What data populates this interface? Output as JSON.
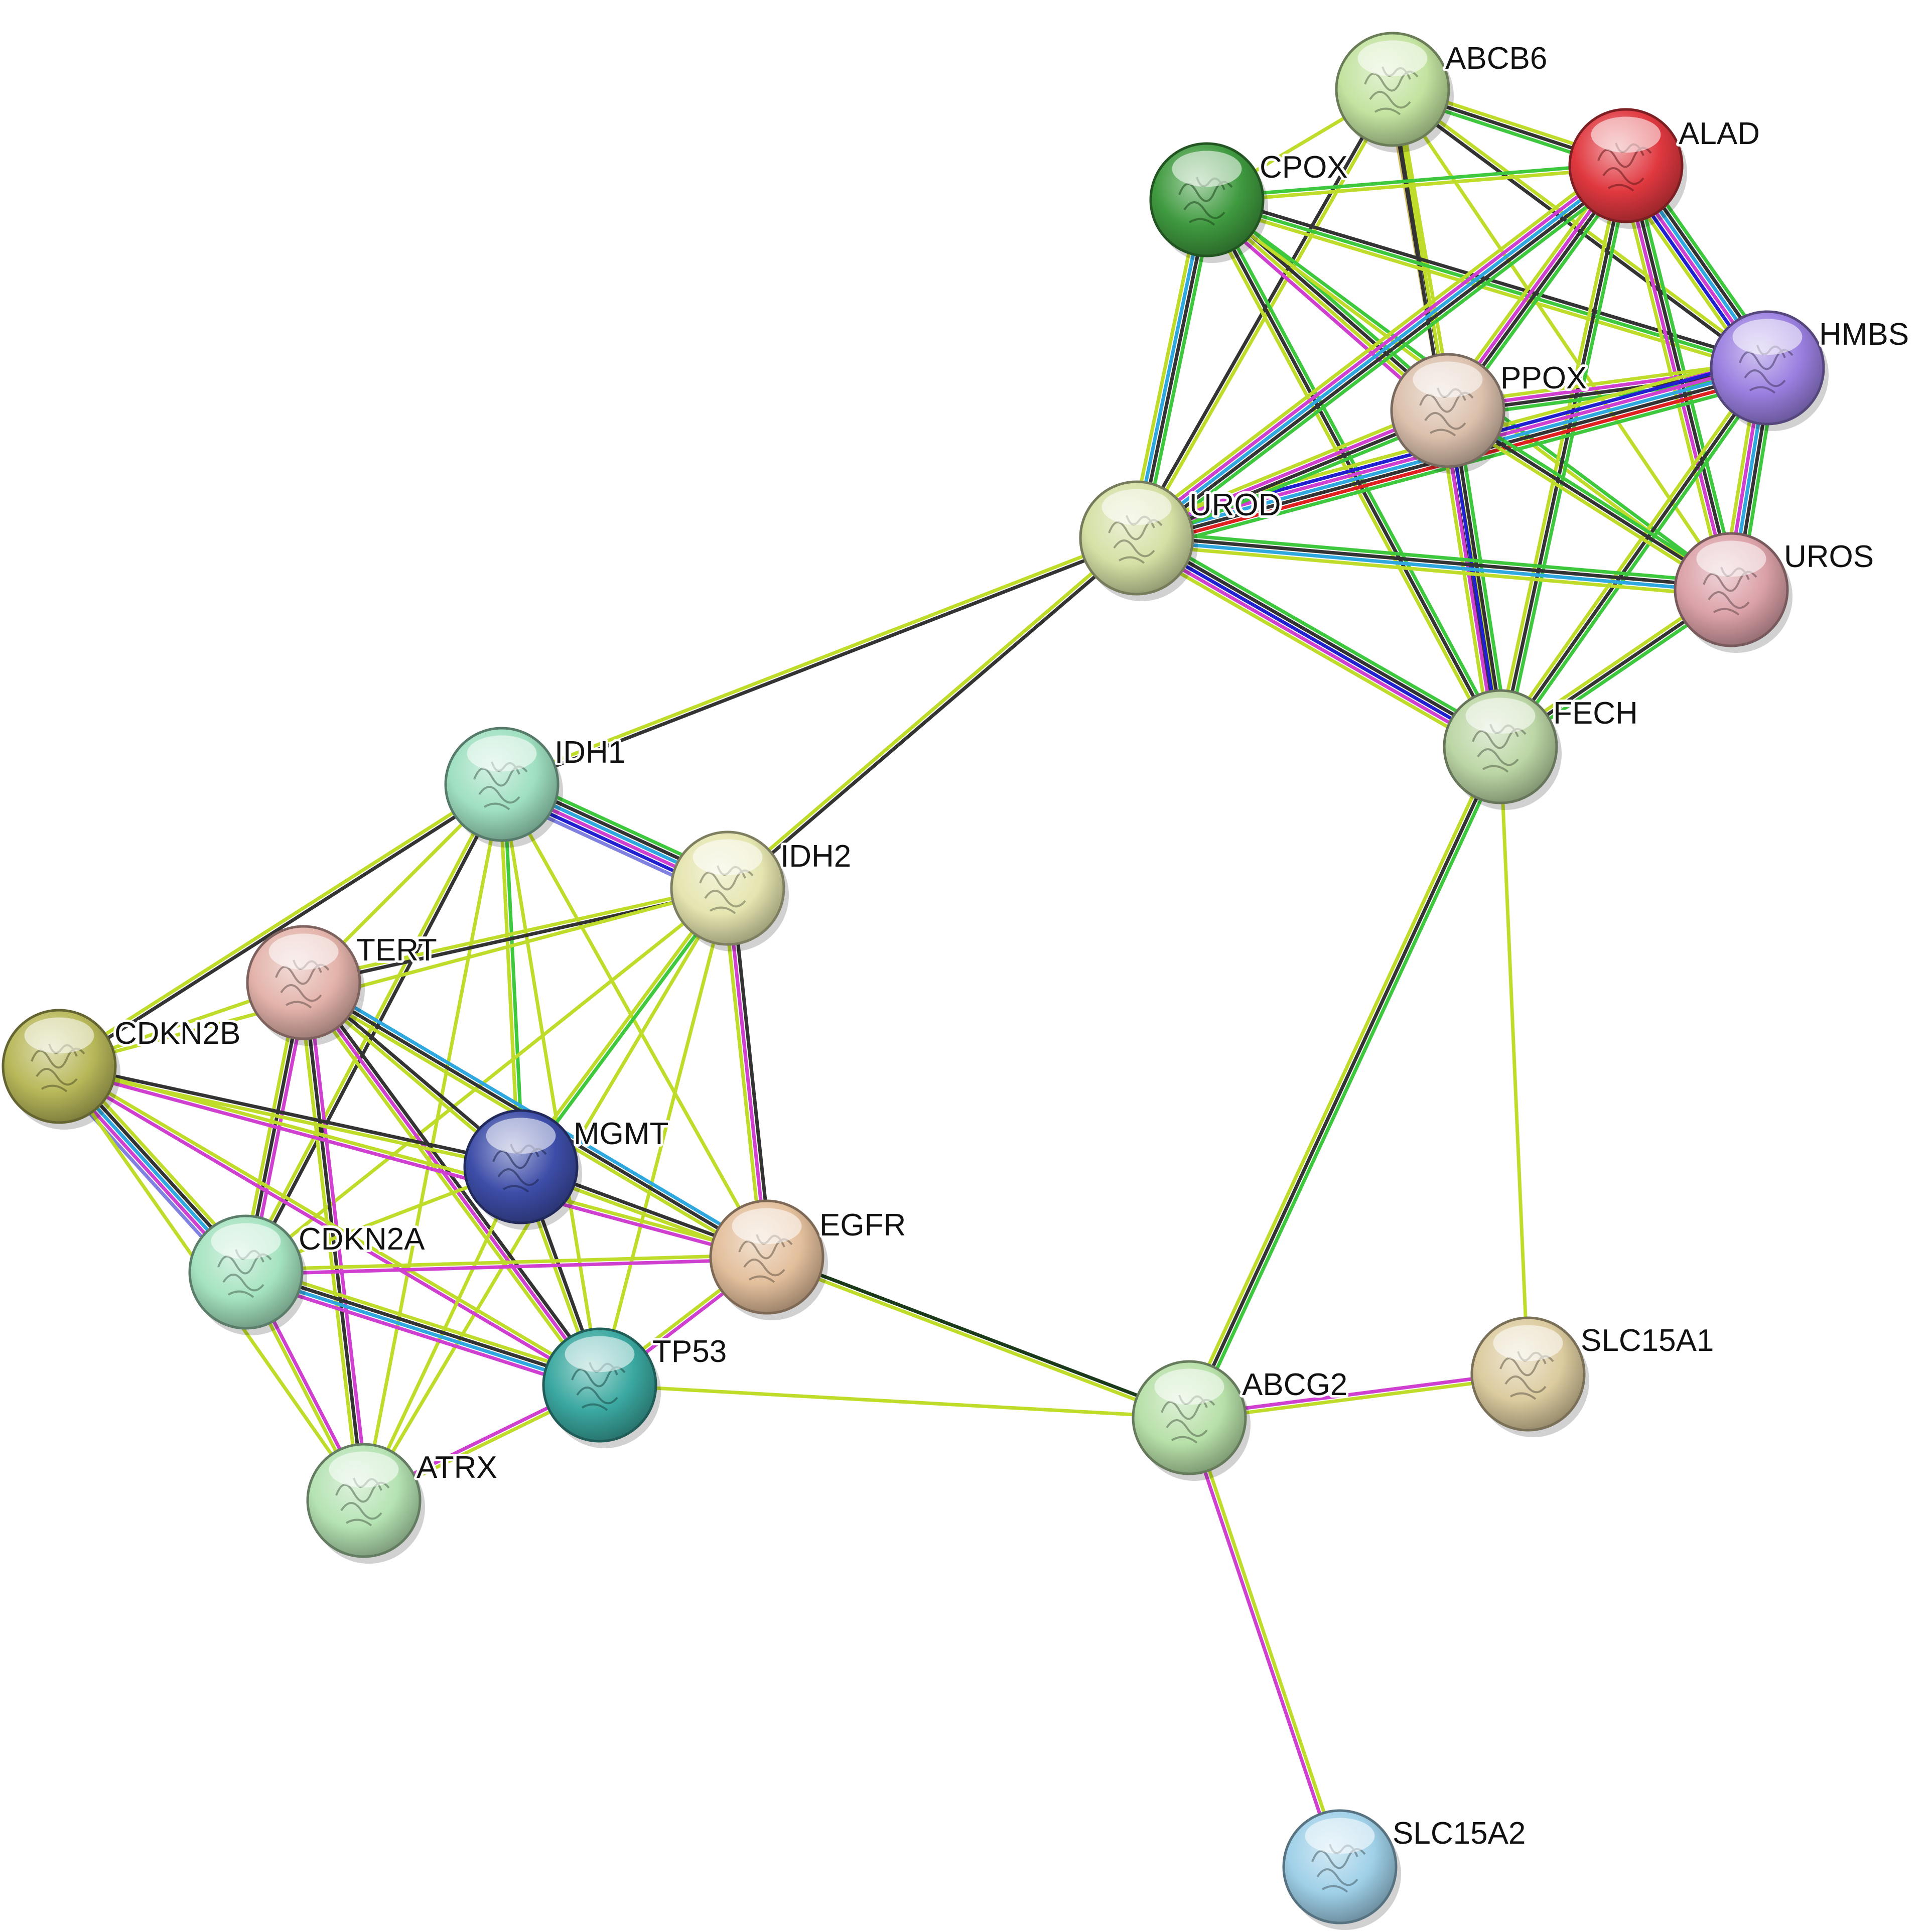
{
  "network": {
    "nodes": [
      {
        "id": "ABCB6",
        "label": "ABCB6",
        "color": "#c3e3a0"
      },
      {
        "id": "CPOX",
        "label": "CPOX",
        "color": "#3f9a3f"
      },
      {
        "id": "ALAD",
        "label": "ALAD",
        "color": "#e0383f"
      },
      {
        "id": "HMBS",
        "label": "HMBS",
        "color": "#9a7fe0"
      },
      {
        "id": "PPOX",
        "label": "PPOX",
        "color": "#dcc1ad"
      },
      {
        "id": "UROD",
        "label": "UROD",
        "color": "#d5e0a5"
      },
      {
        "id": "UROS",
        "label": "UROS",
        "color": "#dba1a8"
      },
      {
        "id": "FECH",
        "label": "FECH",
        "color": "#bcd6a5"
      },
      {
        "id": "IDH1",
        "label": "IDH1",
        "color": "#9fe0c0"
      },
      {
        "id": "IDH2",
        "label": "IDH2",
        "color": "#e5e5b0"
      },
      {
        "id": "TERT",
        "label": "TERT",
        "color": "#e3b3aa"
      },
      {
        "id": "CDKN2B",
        "label": "CDKN2B",
        "color": "#b8b85a"
      },
      {
        "id": "MGMT",
        "label": "MGMT",
        "color": "#3d4da8"
      },
      {
        "id": "EGFR",
        "label": "EGFR",
        "color": "#e3bf9c"
      },
      {
        "id": "CDKN2A",
        "label": "CDKN2A",
        "color": "#a5e3c0"
      },
      {
        "id": "TP53",
        "label": "TP53",
        "color": "#3aa8a0"
      },
      {
        "id": "ATRX",
        "label": "ATRX",
        "color": "#b5e3b3"
      },
      {
        "id": "ABCG2",
        "label": "ABCG2",
        "color": "#b7e0a8"
      },
      {
        "id": "SLC15A1",
        "label": "SLC15A1",
        "color": "#dccb9f"
      },
      {
        "id": "SLC15A2",
        "label": "SLC15A2",
        "color": "#9fd0e8"
      }
    ],
    "edges": [
      [
        "ABCB6",
        "CPOX",
        [
          "#bfdc2a"
        ]
      ],
      [
        "ABCB6",
        "ALAD",
        [
          "#bfdc2a",
          "#333333",
          "#3ec83e"
        ]
      ],
      [
        "ABCB6",
        "HMBS",
        [
          "#bfdc2a",
          "#333333"
        ]
      ],
      [
        "ABCB6",
        "PPOX",
        [
          "#bfdc2a",
          "#333333",
          "#d4c06a"
        ]
      ],
      [
        "ABCB6",
        "UROD",
        [
          "#bfdc2a",
          "#333333"
        ]
      ],
      [
        "ABCB6",
        "UROS",
        [
          "#bfdc2a"
        ]
      ],
      [
        "ABCB6",
        "FECH",
        [
          "#bfdc2a",
          "#333333"
        ]
      ],
      [
        "CPOX",
        "ALAD",
        [
          "#3ec83e",
          "#bfdc2a"
        ]
      ],
      [
        "CPOX",
        "HMBS",
        [
          "#333333",
          "#3ec83e",
          "#bfdc2a"
        ]
      ],
      [
        "CPOX",
        "PPOX",
        [
          "#3ec83e",
          "#333333",
          "#bfdc2a",
          "#d040d0"
        ]
      ],
      [
        "CPOX",
        "UROD",
        [
          "#3ec83e",
          "#333333",
          "#2fa8e0",
          "#bfdc2a"
        ]
      ],
      [
        "CPOX",
        "UROS",
        [
          "#3ec83e",
          "#bfdc2a"
        ]
      ],
      [
        "CPOX",
        "FECH",
        [
          "#3ec83e",
          "#333333",
          "#bfdc2a"
        ]
      ],
      [
        "ALAD",
        "HMBS",
        [
          "#3ec83e",
          "#333333",
          "#2fa8e0",
          "#d040d0",
          "#2020d0",
          "#bfdc2a"
        ]
      ],
      [
        "ALAD",
        "PPOX",
        [
          "#3ec83e",
          "#333333",
          "#d040d0",
          "#bfdc2a"
        ]
      ],
      [
        "ALAD",
        "UROD",
        [
          "#3ec83e",
          "#333333",
          "#2fa8e0",
          "#d040d0",
          "#bfdc2a"
        ]
      ],
      [
        "ALAD",
        "UROS",
        [
          "#3ec83e",
          "#333333",
          "#d040d0",
          "#bfdc2a"
        ]
      ],
      [
        "ALAD",
        "FECH",
        [
          "#3ec83e",
          "#333333",
          "#bfdc2a"
        ]
      ],
      [
        "HMBS",
        "PPOX",
        [
          "#3ec83e",
          "#333333",
          "#d040d0",
          "#bfdc2a"
        ]
      ],
      [
        "HMBS",
        "UROD",
        [
          "#3ec83e",
          "#e02020",
          "#333333",
          "#2fa8e0",
          "#d040d0",
          "#2020d0",
          "#bfdc2a"
        ]
      ],
      [
        "HMBS",
        "UROS",
        [
          "#3ec83e",
          "#333333",
          "#2fa8e0",
          "#d040d0",
          "#bfdc2a"
        ]
      ],
      [
        "HMBS",
        "FECH",
        [
          "#3ec83e",
          "#333333",
          "#bfdc2a"
        ]
      ],
      [
        "PPOX",
        "UROD",
        [
          "#3ec83e",
          "#333333",
          "#d040d0",
          "#bfdc2a"
        ]
      ],
      [
        "PPOX",
        "UROS",
        [
          "#3ec83e",
          "#333333",
          "#bfdc2a"
        ]
      ],
      [
        "PPOX",
        "FECH",
        [
          "#3ec83e",
          "#333333",
          "#2020d0",
          "#d040d0",
          "#bfdc2a"
        ]
      ],
      [
        "UROD",
        "UROS",
        [
          "#3ec83e",
          "#333333",
          "#2fa8e0",
          "#bfdc2a"
        ]
      ],
      [
        "UROD",
        "FECH",
        [
          "#3ec83e",
          "#333333",
          "#2020d0",
          "#d040d0",
          "#bfdc2a"
        ]
      ],
      [
        "UROS",
        "FECH",
        [
          "#3ec83e",
          "#333333",
          "#bfdc2a"
        ]
      ],
      [
        "UROD",
        "IDH1",
        [
          "#333333",
          "#bfdc2a"
        ]
      ],
      [
        "UROD",
        "IDH2",
        [
          "#333333",
          "#bfdc2a"
        ]
      ],
      [
        "FECH",
        "ABCG2",
        [
          "#3ec83e",
          "#333333",
          "#bfdc2a"
        ]
      ],
      [
        "FECH",
        "SLC15A1",
        [
          "#bfdc2a"
        ]
      ],
      [
        "IDH1",
        "IDH2",
        [
          "#3ec83e",
          "#333333",
          "#2fa8e0",
          "#d040d0",
          "#2020d0",
          "#8080e0"
        ]
      ],
      [
        "IDH1",
        "TERT",
        [
          "#bfdc2a"
        ]
      ],
      [
        "IDH1",
        "CDKN2B",
        [
          "#333333",
          "#bfdc2a"
        ]
      ],
      [
        "IDH1",
        "MGMT",
        [
          "#3ec83e",
          "#bfdc2a"
        ]
      ],
      [
        "IDH1",
        "EGFR",
        [
          "#bfdc2a"
        ]
      ],
      [
        "IDH1",
        "CDKN2A",
        [
          "#333333",
          "#bfdc2a"
        ]
      ],
      [
        "IDH1",
        "TP53",
        [
          "#bfdc2a"
        ]
      ],
      [
        "IDH1",
        "ATRX",
        [
          "#bfdc2a"
        ]
      ],
      [
        "IDH2",
        "TERT",
        [
          "#333333",
          "#bfdc2a"
        ]
      ],
      [
        "IDH2",
        "CDKN2B",
        [
          "#bfdc2a"
        ]
      ],
      [
        "IDH2",
        "MGMT",
        [
          "#3ec83e",
          "#bfdc2a"
        ]
      ],
      [
        "IDH2",
        "EGFR",
        [
          "#333333",
          "#d040d0",
          "#bfdc2a"
        ]
      ],
      [
        "IDH2",
        "CDKN2A",
        [
          "#bfdc2a"
        ]
      ],
      [
        "IDH2",
        "TP53",
        [
          "#bfdc2a"
        ]
      ],
      [
        "IDH2",
        "ATRX",
        [
          "#bfdc2a"
        ]
      ],
      [
        "TERT",
        "CDKN2B",
        [
          "#bfdc2a"
        ]
      ],
      [
        "TERT",
        "MGMT",
        [
          "#333333",
          "#bfdc2a"
        ]
      ],
      [
        "TERT",
        "EGFR",
        [
          "#2fa8e0",
          "#333333",
          "#bfdc2a"
        ]
      ],
      [
        "TERT",
        "CDKN2A",
        [
          "#d040d0",
          "#333333",
          "#bfdc2a"
        ]
      ],
      [
        "TERT",
        "TP53",
        [
          "#333333",
          "#d040d0",
          "#bfdc2a"
        ]
      ],
      [
        "TERT",
        "ATRX",
        [
          "#d040d0",
          "#333333",
          "#bfdc2a"
        ]
      ],
      [
        "CDKN2B",
        "MGMT",
        [
          "#333333",
          "#bfdc2a"
        ]
      ],
      [
        "CDKN2B",
        "EGFR",
        [
          "#bfdc2a",
          "#d040d0"
        ]
      ],
      [
        "CDKN2B",
        "CDKN2A",
        [
          "#bfdc2a",
          "#333333",
          "#2fa8e0",
          "#d040d0",
          "#8080e0"
        ]
      ],
      [
        "CDKN2B",
        "TP53",
        [
          "#bfdc2a",
          "#d040d0"
        ]
      ],
      [
        "MGMT",
        "EGFR",
        [
          "#333333",
          "#bfdc2a"
        ]
      ],
      [
        "MGMT",
        "CDKN2A",
        [
          "#bfdc2a"
        ]
      ],
      [
        "MGMT",
        "TP53",
        [
          "#333333",
          "#bfdc2a"
        ]
      ],
      [
        "MGMT",
        "ATRX",
        [
          "#bfdc2a"
        ]
      ],
      [
        "EGFR",
        "CDKN2A",
        [
          "#d040d0",
          "#bfdc2a"
        ]
      ],
      [
        "EGFR",
        "TP53",
        [
          "#d040d0",
          "#bfdc2a"
        ]
      ],
      [
        "EGFR",
        "ABCG2",
        [
          "#1a3a1a",
          "#bfdc2a"
        ]
      ],
      [
        "CDKN2A",
        "TP53",
        [
          "#bfdc2a",
          "#333333",
          "#2fa8e0",
          "#d040d0"
        ]
      ],
      [
        "CDKN2A",
        "ATRX",
        [
          "#d040d0",
          "#bfdc2a"
        ]
      ],
      [
        "TP53",
        "ATRX",
        [
          "#bfdc2a",
          "#d040d0"
        ]
      ],
      [
        "TP53",
        "ABCG2",
        [
          "#bfdc2a"
        ]
      ],
      [
        "ABCG2",
        "SLC15A1",
        [
          "#d040d0",
          "#bfdc2a"
        ]
      ],
      [
        "ABCG2",
        "SLC15A2",
        [
          "#bfdc2a",
          "#d040d0"
        ]
      ],
      [
        "CDKN2B",
        "ATRX",
        [
          "#bfdc2a"
        ]
      ]
    ]
  }
}
